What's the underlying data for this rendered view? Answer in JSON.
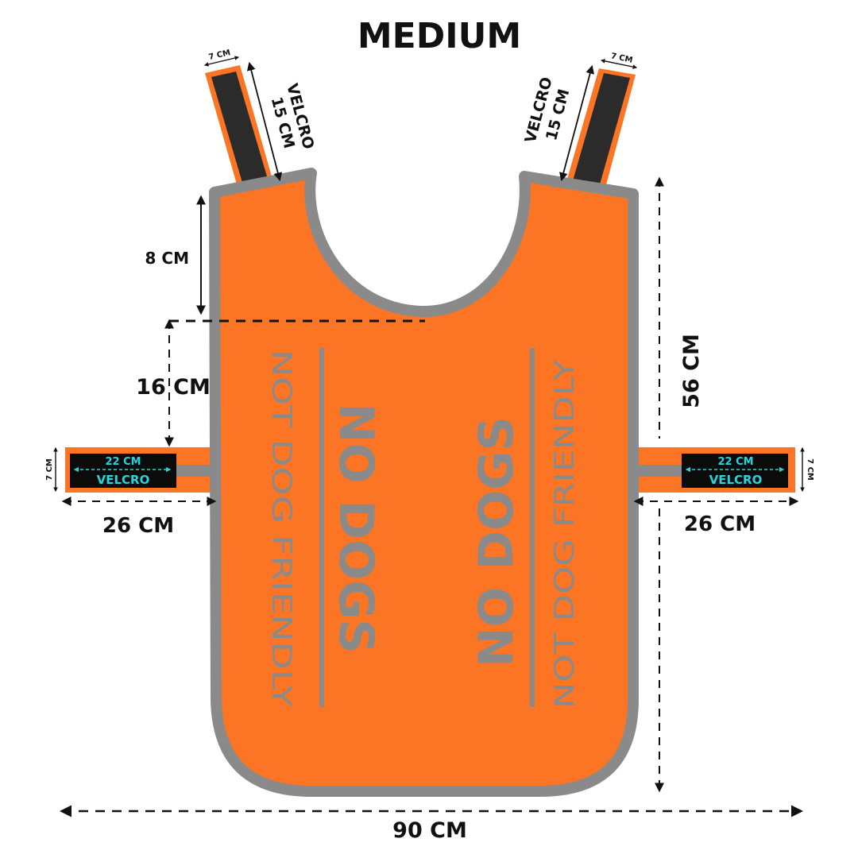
{
  "title": "MEDIUM",
  "colors": {
    "vest_fill": "#fb7524",
    "vest_border": "#8a8a8a",
    "print_gray": "#8a8a8a",
    "strap_dark": "#2b2b2b",
    "velcro_text": "#26d4e0",
    "dimension_lines": "#111111"
  },
  "shoulder_straps": {
    "left": {
      "width": "7 CM",
      "velcro_word": "VELCRO",
      "velcro_length": "15 CM"
    },
    "right": {
      "width": "7 CM",
      "velcro_word": "VELCRO",
      "velcro_length": "15 CM"
    }
  },
  "side_straps": {
    "left": {
      "velcro_length": "22 CM",
      "velcro_word": "VELCRO",
      "width": "7 CM",
      "length": "26 CM"
    },
    "right": {
      "velcro_length": "22 CM",
      "velcro_word": "VELCRO",
      "width": "7 CM",
      "length": "26 CM"
    }
  },
  "dimensions": {
    "neck_depth": "8 CM",
    "chest_to_strap": "16 CM",
    "total_length": "56 CM",
    "total_width": "90 CM"
  },
  "vest_print": {
    "left_panel": {
      "headline": "NO DOGS",
      "subline": "NOT DOG FRIENDLY"
    },
    "right_panel": {
      "headline": "NO DOGS",
      "subline": "NOT DOG FRIENDLY"
    }
  }
}
